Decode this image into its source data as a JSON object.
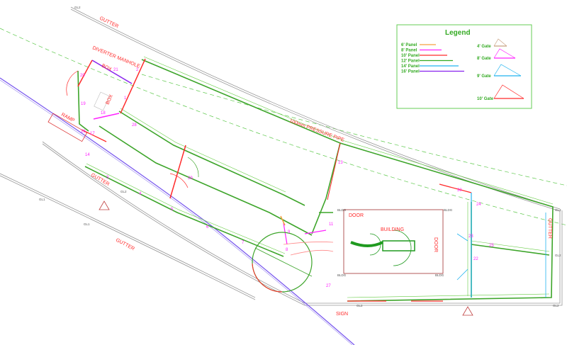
{
  "labels": {
    "gutter_top": "GUTTER",
    "gutter_mid": "GUTTER",
    "gutter_low": "GUTTER",
    "gutter_right": "GUTTER",
    "diverter_manhole": "DIVERTER MANHOLE",
    "box_top": "BOX",
    "box_side": "BOX",
    "ramp": "RAMP",
    "pressure_pipe": "100mm PRESSURE PIPE",
    "door": "DOOR",
    "door_side": "DOOR",
    "building": "BUILDING",
    "sign": "SIGN"
  },
  "survey_points": {
    "gl2_top": "GL2",
    "gl2_mid": "GL2",
    "gl1_a": "GL1",
    "gl1_b": "GL1",
    "gl2_bottom_a": "GL2",
    "gl2_bottom_b": "GL2",
    "gl3_right": "GL3",
    "gl2_right": "GL2",
    "bldg_a": "BLDG",
    "bldg_b": "BLDG",
    "bldg_c": "BLDG",
    "bldg_d": "BLDG"
  },
  "panel_numbers": [
    "1",
    "2",
    "3",
    "4",
    "5",
    "6",
    "7",
    "8",
    "9",
    "11",
    "13",
    "14",
    "16",
    "17",
    "18",
    "19",
    "20",
    "21",
    "22",
    "23",
    "24",
    "25",
    "27",
    "28",
    "29",
    "30"
  ],
  "legend": {
    "title": "Legend",
    "panels": [
      {
        "label": "6' Panel",
        "color": "#f5a040"
      },
      {
        "label": "8' Panel",
        "color": "#ff22ff"
      },
      {
        "label": "10' Panel",
        "color": "#ff2a2a"
      },
      {
        "label": "12' Panel",
        "color": "#33aa22"
      },
      {
        "label": "14' Panel",
        "color": "#22b4f0"
      },
      {
        "label": "16' Panel",
        "color": "#8822ee"
      }
    ],
    "gates": [
      {
        "label": "4' Gate",
        "color": "#c8a080"
      },
      {
        "label": "8' Gate",
        "color": "#ff22ff"
      },
      {
        "label": "9' Gate",
        "color": "#22b4f0"
      },
      {
        "label": "10' Gate",
        "color": "#ff2a2a"
      }
    ]
  }
}
